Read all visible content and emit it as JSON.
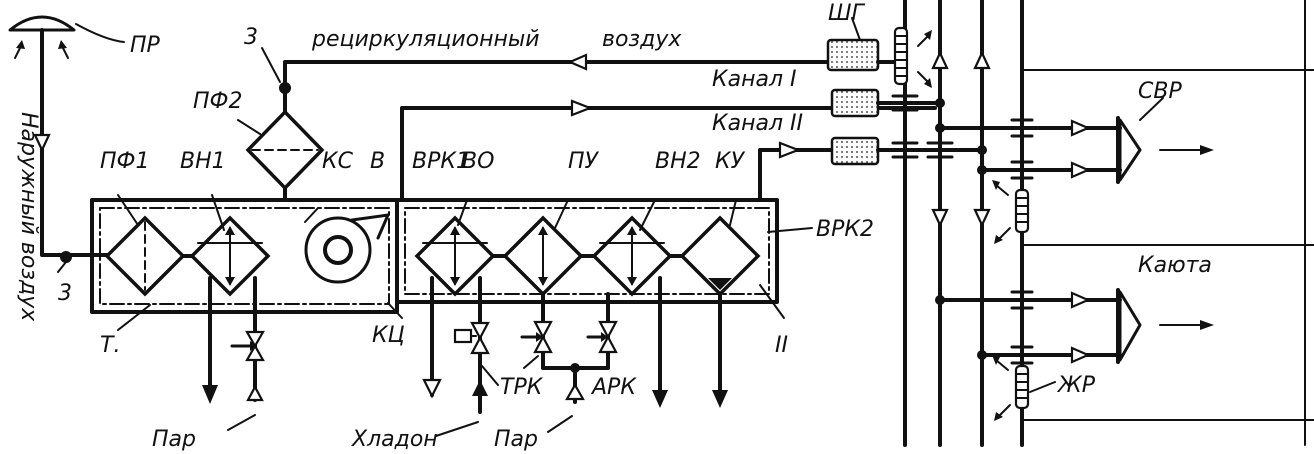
{
  "labels": {
    "pr": "ПР",
    "outside_air": "Наружный воздух",
    "z_top": "3",
    "z_left": "3",
    "pf2": "ПФ2",
    "recirc": "рециркуляционный",
    "vozduh": "воздух",
    "shg": "ШГ",
    "kanal1": "Канал I",
    "kanal2": "Канал II",
    "svr": "СВР",
    "pf1": "ПФ1",
    "vn1": "ВН1",
    "ks": "КС",
    "v": "В",
    "vrk1": "ВРК1",
    "vo": "ВО",
    "pu": "ПУ",
    "vn2": "ВН2",
    "ku": "КУ",
    "vrk2": "ВРК2",
    "kayuta": "Каюта",
    "t": "Т.",
    "kc": "КЦ",
    "ii": "II",
    "trk": "ТРК",
    "ark": "АРК",
    "par_left": "Пар",
    "hladon": "Хладон",
    "par_mid": "Пар",
    "zhr": "ЖР"
  },
  "colors": {
    "ink": "#111111",
    "paper": "#ffffff"
  }
}
